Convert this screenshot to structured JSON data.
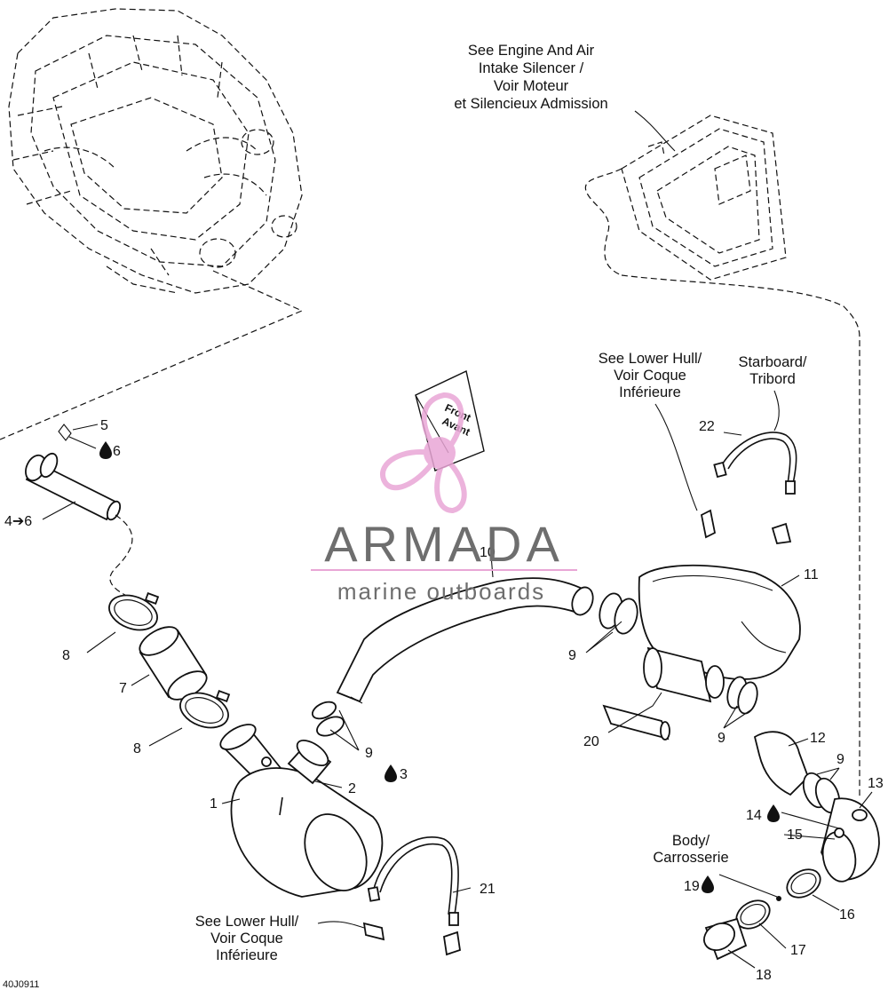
{
  "notes": {
    "engine_air": [
      "See Engine And Air",
      "Intake Silencer /",
      "Voir Moteur",
      "et Silencieux Admission"
    ],
    "lower_hull_top": [
      "See Lower Hull/",
      "Voir Coque",
      "Inférieure"
    ],
    "starboard": [
      "Starboard/",
      "Tribord"
    ],
    "lower_hull_bottom": [
      "See Lower Hull/",
      "Voir Coque",
      "Inférieure"
    ],
    "body": [
      "Body/",
      "Carrosserie"
    ],
    "front": [
      "Front",
      "Avant"
    ]
  },
  "callouts": {
    "p1": "1",
    "p2": "2",
    "p3": "3",
    "p4to6": "4➔6",
    "p5": "5",
    "p6": "6",
    "p7": "7",
    "p8a": "8",
    "p8b": "8",
    "p9a": "9",
    "p9b": "9",
    "p9c": "9",
    "p9d": "9",
    "p10": "10",
    "p11": "11",
    "p12": "12",
    "p13": "13",
    "p14": "14",
    "p15": "15",
    "p16": "16",
    "p17": "17",
    "p18": "18",
    "p19": "19",
    "p20": "20",
    "p21": "21",
    "p22": "22"
  },
  "watermark": {
    "brand": "ARMADA",
    "tagline": "marine outboards"
  },
  "figure_code": "40J0911"
}
